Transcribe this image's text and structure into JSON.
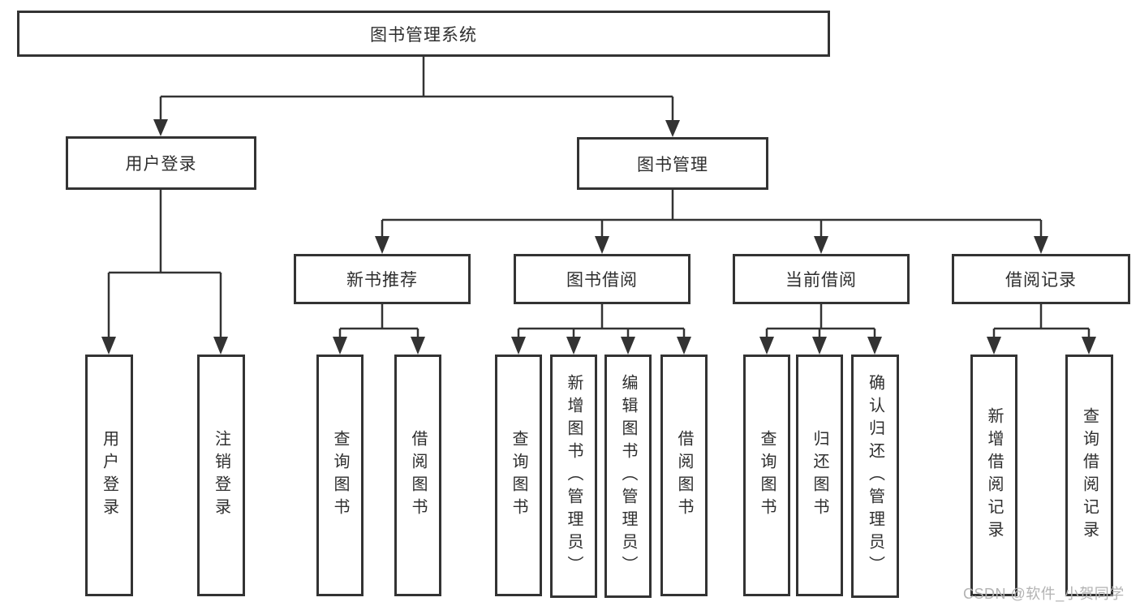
{
  "diagram_type": "tree",
  "nodes": {
    "root": {
      "label": "图书管理系统"
    },
    "user_login": {
      "label": "用户登录"
    },
    "book_mgmt": {
      "label": "图书管理"
    },
    "new_book_rec": {
      "label": "新书推荐"
    },
    "book_borrow": {
      "label": "图书借阅"
    },
    "current_borrow": {
      "label": "当前借阅"
    },
    "borrow_records": {
      "label": "借阅记录"
    },
    "leaf_user_login": {
      "label": "用户登录"
    },
    "leaf_logout": {
      "label": "注销登录"
    },
    "rec_query": {
      "label": "查询图书"
    },
    "rec_borrow": {
      "label": "借阅图书"
    },
    "bb_query": {
      "label": "查询图书"
    },
    "bb_add": {
      "label": "新增图书（管理员）"
    },
    "bb_edit": {
      "label": "编辑图书（管理员）"
    },
    "bb_borrow": {
      "label": "借阅图书"
    },
    "cb_query": {
      "label": "查询图书"
    },
    "cb_return": {
      "label": "归还图书"
    },
    "cb_confirm": {
      "label": "确认归还（管理员）"
    },
    "br_add": {
      "label": "新增借阅记录"
    },
    "br_query": {
      "label": "查询借阅记录"
    }
  },
  "hierarchy": {
    "图书管理系统": {
      "用户登录": [
        "用户登录",
        "注销登录"
      ],
      "图书管理": {
        "新书推荐": [
          "查询图书",
          "借阅图书"
        ],
        "图书借阅": [
          "查询图书",
          "新增图书（管理员）",
          "编辑图书（管理员）",
          "借阅图书"
        ],
        "当前借阅": [
          "查询图书",
          "归还图书",
          "确认归还（管理员）"
        ],
        "借阅记录": [
          "新增借阅记录",
          "查询借阅记录"
        ]
      }
    }
  },
  "watermark": {
    "text": "CSDN @软件_小贺同学",
    "color": "#b3b3b3"
  },
  "colors": {
    "line": "#333333",
    "box_border": "#333333",
    "text": "#2e2e2e",
    "background": "#ffffff"
  }
}
